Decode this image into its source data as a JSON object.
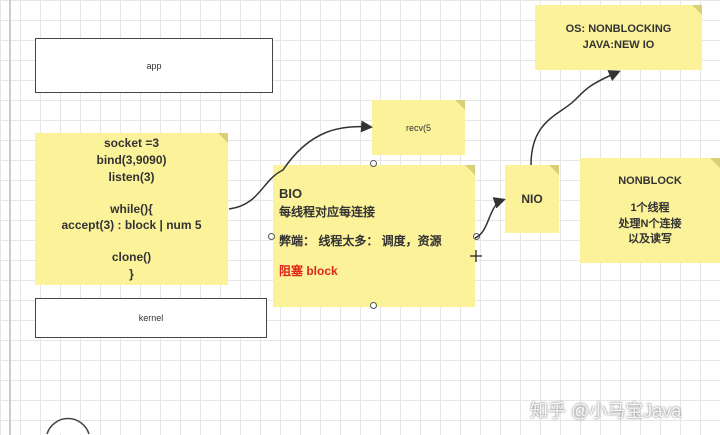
{
  "app_label": "app",
  "kernel_label": "kernel",
  "code_note": [
    "socket =3",
    "bind(3,9090)",
    "listen(3)",
    "",
    "while(){",
    "accept(3) : block | num 5",
    "",
    "clone()",
    "}"
  ],
  "recv_label": "recv(5",
  "bio": {
    "title": "BIO",
    "line1": "每线程对应每连接",
    "line2": "弊端：  线程太多：  调度，资源",
    "blocking": "阻塞  block"
  },
  "nio_label": "NIO",
  "os_note": {
    "line1": "OS: NONBLOCKING",
    "line2": "JAVA:NEW IO"
  },
  "nonblock_note": {
    "title": "NONBLOCK",
    "line1": "1个线程",
    "line2": "处理N个连接",
    "line3": "以及读写"
  },
  "watermark": "知乎 @小马宝Java"
}
